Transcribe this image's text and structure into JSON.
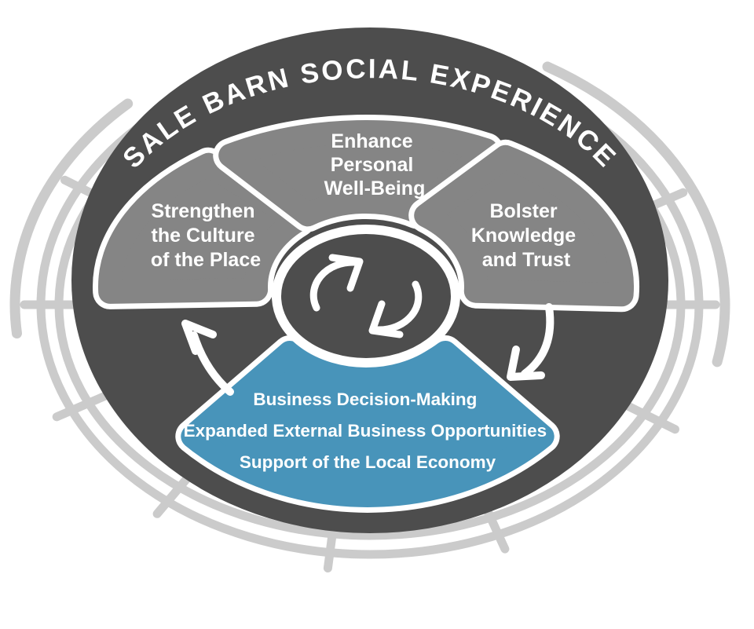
{
  "title": "SALE BARN SOCIAL EXPERIENCE",
  "wedges": {
    "left": {
      "lines": [
        "Strengthen",
        "the Culture",
        "of the Place"
      ]
    },
    "top": {
      "lines": [
        "Enhance",
        "Personal",
        "Well-Being"
      ]
    },
    "right": {
      "lines": [
        "Bolster",
        "Knowledge",
        "and Trust"
      ]
    }
  },
  "outcomes": {
    "lines": [
      "Business Decision-Making",
      "Expanded External Business Opportunities",
      "Support of the Local Economy"
    ]
  },
  "icons": {
    "center": "cycle-arrows-icon",
    "right_flow": "curved-arrow-down-left-icon",
    "left_flow": "curved-arrow-up-left-icon"
  },
  "colors": {
    "dark_gray": "#4d4d4d",
    "medium_gray": "#858585",
    "blue": "#4894ba",
    "ring_gray": "#cbcbcb",
    "text": "#ffffff",
    "background": "#ffffff"
  }
}
